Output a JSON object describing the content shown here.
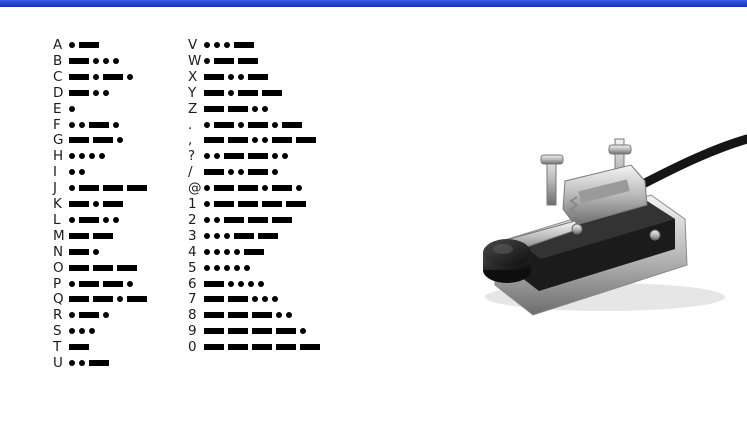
{
  "morse_table": {
    "left_column": [
      {
        "symbol": "A",
        "code": ".-"
      },
      {
        "symbol": "B",
        "code": "-..."
      },
      {
        "symbol": "C",
        "code": "-.-."
      },
      {
        "symbol": "D",
        "code": "-.."
      },
      {
        "symbol": "E",
        "code": "."
      },
      {
        "symbol": "F",
        "code": "..-."
      },
      {
        "symbol": "G",
        "code": "--."
      },
      {
        "symbol": "H",
        "code": "...."
      },
      {
        "symbol": "I",
        "code": ".."
      },
      {
        "symbol": "J",
        "code": ".---"
      },
      {
        "symbol": "K",
        "code": "-.-"
      },
      {
        "symbol": "L",
        "code": ".-.."
      },
      {
        "symbol": "M",
        "code": "--"
      },
      {
        "symbol": "N",
        "code": "-."
      },
      {
        "symbol": "O",
        "code": "---"
      },
      {
        "symbol": "P",
        "code": ".--."
      },
      {
        "symbol": "Q",
        "code": "--.-"
      },
      {
        "symbol": "R",
        "code": ".-."
      },
      {
        "symbol": "S",
        "code": "..."
      },
      {
        "symbol": "T",
        "code": "-"
      },
      {
        "symbol": "U",
        "code": "..-"
      }
    ],
    "right_column": [
      {
        "symbol": "V",
        "code": "...-"
      },
      {
        "symbol": "W",
        "code": ".--"
      },
      {
        "symbol": "X",
        "code": "-..-"
      },
      {
        "symbol": "Y",
        "code": "-.--"
      },
      {
        "symbol": "Z",
        "code": "--.."
      },
      {
        "symbol": ".",
        "code": ".-.-.-"
      },
      {
        "symbol": ",",
        "code": "--..--"
      },
      {
        "symbol": "?",
        "code": "..--.."
      },
      {
        "symbol": "/",
        "code": "-..-."
      },
      {
        "symbol": "@",
        "code": ".--.-."
      },
      {
        "symbol": "1",
        "code": ".----"
      },
      {
        "symbol": "2",
        "code": "..---"
      },
      {
        "symbol": "3",
        "code": "...--"
      },
      {
        "symbol": "4",
        "code": "....-"
      },
      {
        "symbol": "5",
        "code": "....."
      },
      {
        "symbol": "6",
        "code": "-...."
      },
      {
        "symbol": "7",
        "code": "--..."
      },
      {
        "symbol": "8",
        "code": "---.."
      },
      {
        "symbol": "9",
        "code": "----."
      },
      {
        "symbol": "0",
        "code": "-----"
      }
    ]
  },
  "colors": {
    "top_bar": "#1f3bc8",
    "code_marks": "#000000",
    "background": "#ffffff"
  },
  "image": {
    "icon": "telegraph-key-photo"
  }
}
